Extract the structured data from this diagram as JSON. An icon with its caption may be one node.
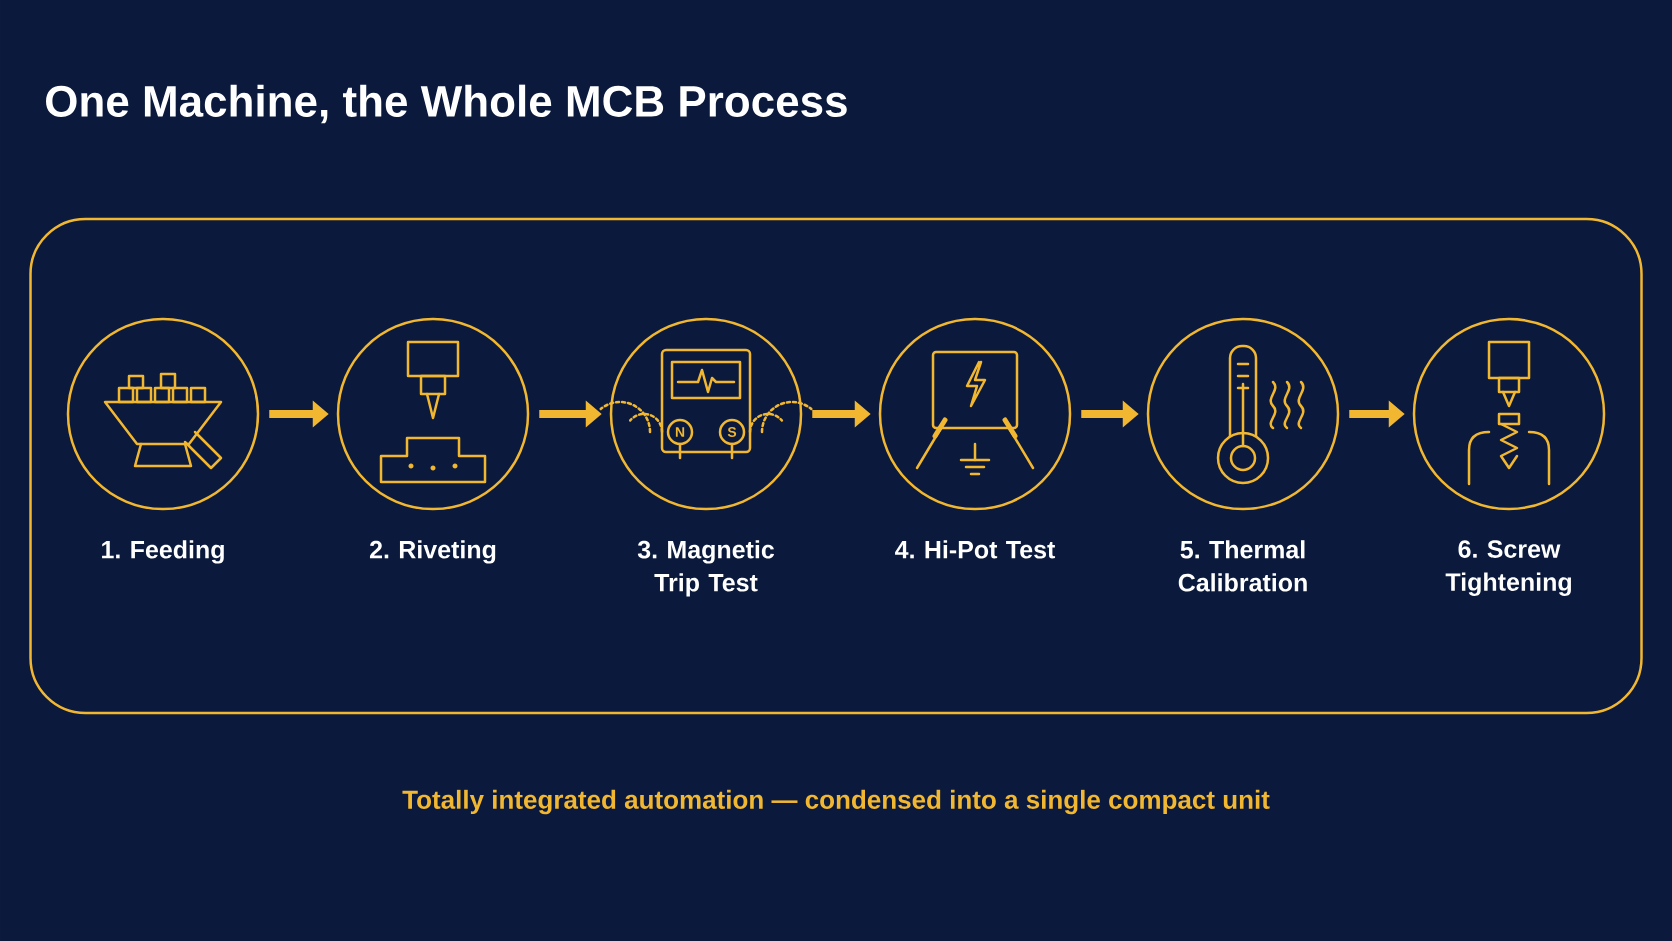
{
  "diagram": {
    "title": "One Machine, the Whole MCB Process",
    "caption": "Totally integrated automation — condensed into a single compact unit",
    "nodes": [
      {
        "text": [],
        "shape": "box"
      },
      {
        "text": [
          "1. Feeding"
        ],
        "in": 0
      },
      {
        "text": [
          "2. Riveting"
        ],
        "in": 0
      },
      {
        "text": [
          "3. Magnetic Trip Test"
        ],
        "in": 0
      },
      {
        "text": [
          "4. Hi-Pot Test"
        ],
        "in": 0
      },
      {
        "text": [
          "5. Thermal Calibration"
        ],
        "in": 0
      },
      {
        "text": [
          "6. Screw Tightening"
        ],
        "in": 0
      }
    ],
    "edges": [
      {
        "from": 1,
        "to": 2,
        "arrow": "to"
      },
      {
        "from": 2,
        "to": 3,
        "arrow": "to"
      },
      {
        "from": 3,
        "to": 4,
        "arrow": "to"
      },
      {
        "from": 4,
        "to": 5,
        "arrow": "to"
      },
      {
        "from": 5,
        "to": 6,
        "arrow": "to"
      }
    ],
    "labels": [
      "N",
      "S"
    ]
  }
}
